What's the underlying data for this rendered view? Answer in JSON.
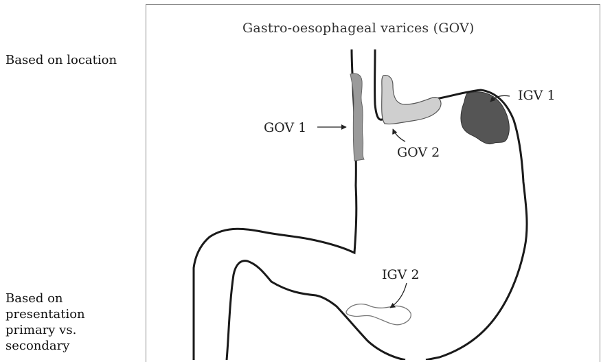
{
  "side_labels": {
    "location": "Based on location",
    "presentation": "Based on\npresentation\nprimary vs.\nsecondary"
  },
  "diagram": {
    "title": "Gastro-oesophageal varices (GOV)",
    "labels": {
      "gov1": "GOV 1",
      "gov2": "GOV 2",
      "igv1": "IGV 1",
      "igv2": "IGV 2"
    }
  },
  "colors": {
    "outline": "#1a1a1a",
    "gov1_fill": "#9a9a9a",
    "gov2_fill": "#cfcfcf",
    "igv1_fill": "#555555",
    "igv2_fill": "#ffffff",
    "frame": "#8a8a8a"
  }
}
